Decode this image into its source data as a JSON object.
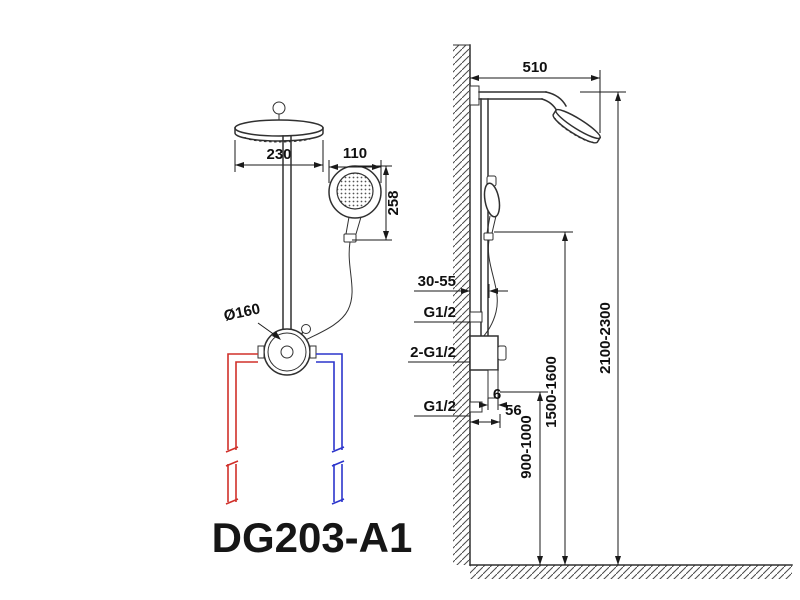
{
  "title": "DG203-A1",
  "front_view": {
    "head_width": "230",
    "hand_width": "110",
    "hand_length": "258",
    "mixer_diameter": "Ø160"
  },
  "side_view": {
    "arm_reach": "510",
    "wall_offset": "30-55",
    "top_inlet": "G1/2",
    "dual_inlet": "2-G1/2",
    "bottom_inlet": "G1/2",
    "outlet_width": "6",
    "outlet_offset": "56",
    "mixer_height": "900-1000",
    "hand_shower_height": "1500-1600",
    "total_height": "2100-2300"
  },
  "colors": {
    "hot_pipe": "#d0302a",
    "cold_pipe": "#2c35cc",
    "line": "#303030"
  }
}
